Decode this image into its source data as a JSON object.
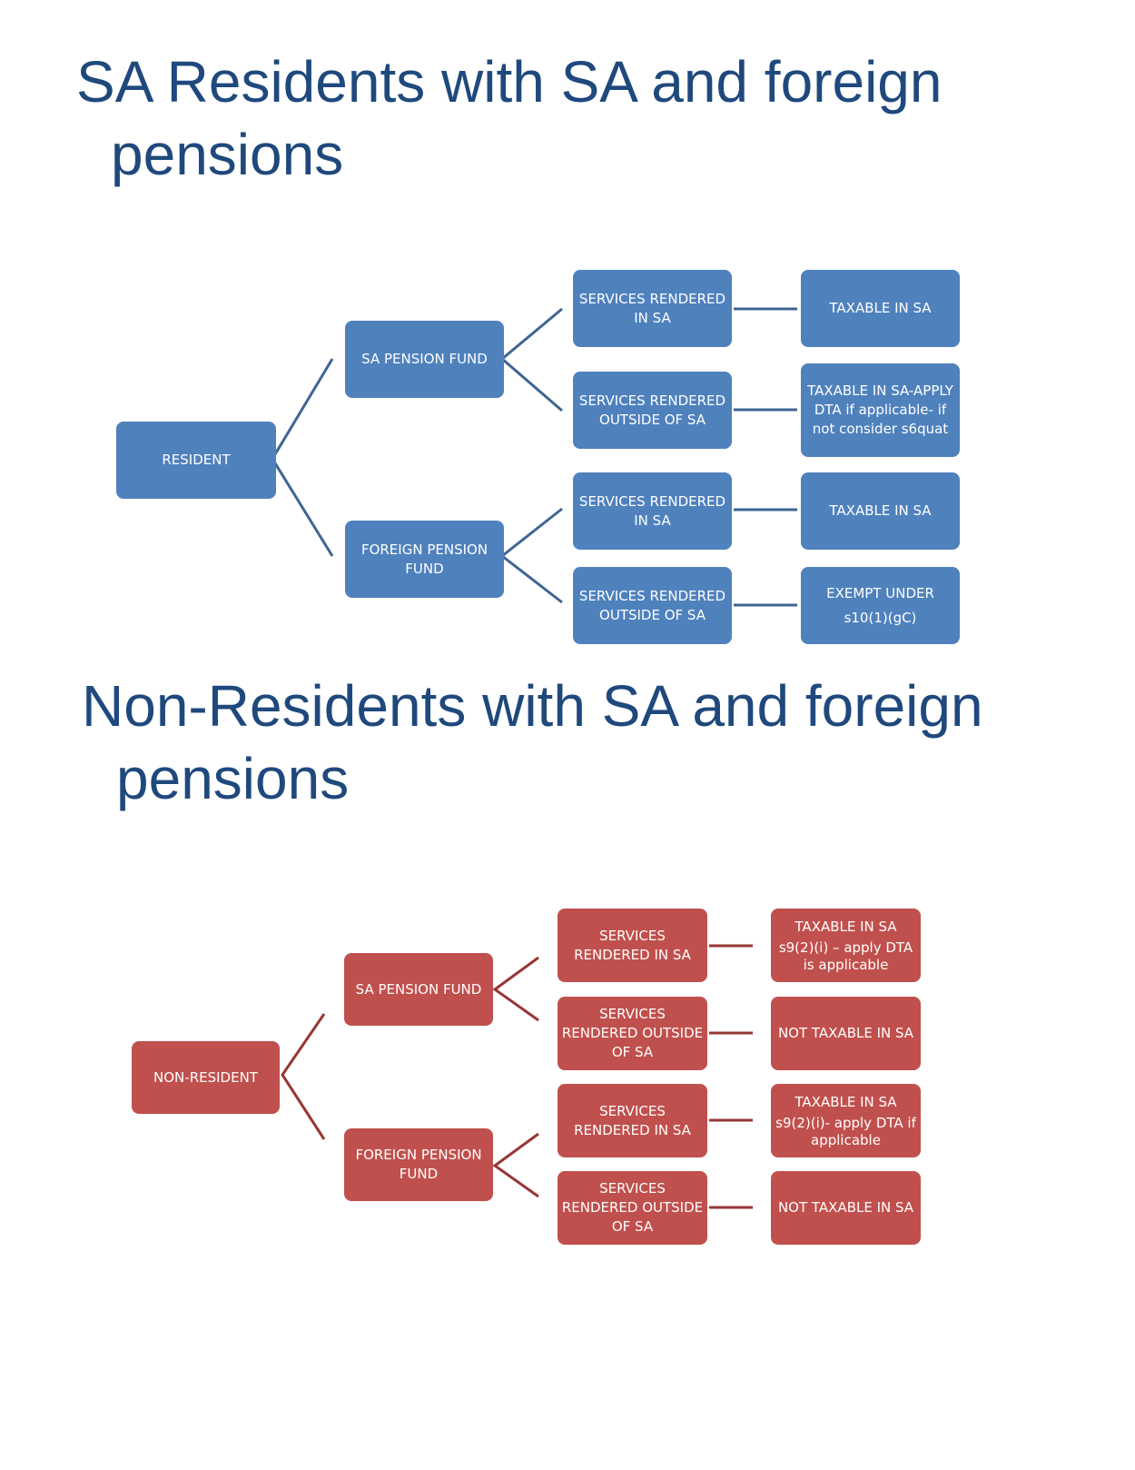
{
  "resident_section": {
    "title_line1": "SA Residents with SA and foreign",
    "title_line2": "pensions",
    "colors": {
      "box": "#4f81bd",
      "line": "#3f6592"
    },
    "root": "RESIDENT",
    "branches": [
      {
        "label": "SA PENSION FUND",
        "children": [
          {
            "service": "SERVICES RENDERED IN SA",
            "outcome": "TAXABLE IN SA",
            "outcome_detail": ""
          },
          {
            "service": "SERVICES RENDERED OUTSIDE OF SA",
            "outcome": "TAXABLE IN SA-APPLY DTA if applicable- if not consider s6quat",
            "outcome_detail": ""
          }
        ]
      },
      {
        "label": "FOREIGN PENSION FUND",
        "children": [
          {
            "service": "SERVICES RENDERED IN SA",
            "outcome": "TAXABLE IN SA",
            "outcome_detail": ""
          },
          {
            "service": "SERVICES RENDERED OUTSIDE OF SA",
            "outcome": "EXEMPT UNDER",
            "outcome_detail": "s10(1)(gC)"
          }
        ]
      }
    ]
  },
  "nonresident_section": {
    "title_line1": "Non-Residents with SA and foreign",
    "title_line2": "pensions",
    "colors": {
      "box": "#c0504d",
      "line": "#953735"
    },
    "root": "NON-RESIDENT",
    "branches": [
      {
        "label": "SA PENSION FUND",
        "children": [
          {
            "service": "SERVICES RENDERED IN SA",
            "outcome": "TAXABLE IN SA",
            "outcome_detail": "s9(2)(i) – apply DTA is applicable"
          },
          {
            "service": "SERVICES RENDERED OUTSIDE OF SA",
            "outcome": "NOT TAXABLE IN SA",
            "outcome_detail": ""
          }
        ]
      },
      {
        "label": "FOREIGN PENSION FUND",
        "children": [
          {
            "service": "SERVICES RENDERED IN SA",
            "outcome": "TAXABLE IN SA",
            "outcome_detail": "s9(2)(i)- apply DTA if applicable"
          },
          {
            "service": "SERVICES RENDERED OUTSIDE OF SA",
            "outcome": "NOT TAXABLE IN SA",
            "outcome_detail": ""
          }
        ]
      }
    ]
  }
}
